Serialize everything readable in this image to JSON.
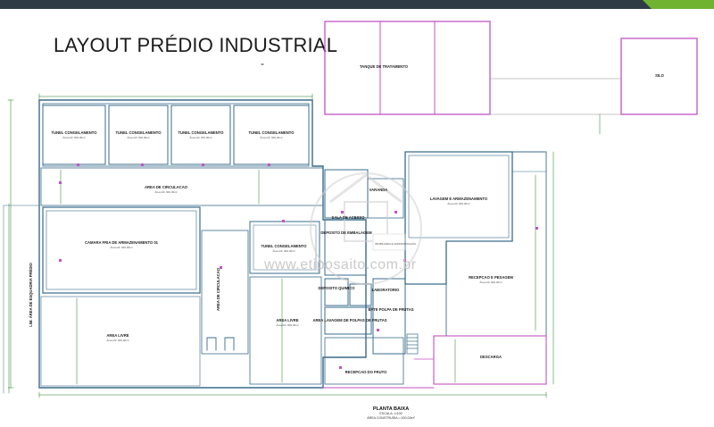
{
  "header": {
    "title": "LAYOUT PRÉDIO INDUSTRIAL",
    "dash": "-"
  },
  "colors": {
    "wall": "#3a6c8c",
    "partition": "#c253c2",
    "dimension": "#1b7a1b",
    "topbar": "#2f3b44",
    "topbar_accent": "#6fb330"
  },
  "rooms": {
    "tunel1": "TUNEL CONGELAMENTO",
    "tunel2": "TUNEL CONGELAMENTO",
    "tunel3": "TUNEL CONGELAMENTO",
    "tunel4": "TUNEL CONGELAMENTO",
    "tunel5": "TUNEL CONGELAMENTO",
    "area_circulacao": "AREA DE CIRCULACAO",
    "camara_fria": "CAMARA FRIA DE ARMAZENAMENTO 01",
    "area_livre_left": "AREA LIVRE",
    "area_circulacao_vertical": "AREA DE CIRCULACAO",
    "area_livre_mid": "AREA LIVRE",
    "tanque": "TANQUE DE TRATAMENTO",
    "silo": "SILO",
    "varanda": "VARANDA",
    "sala_acesso": "SALA DE ACESSO",
    "deposito_embalagem": "DEPOSITO DE EMBALAGEM",
    "deposito_quimico": "DEPOSITO QUIMICO",
    "laboratorio": "LABORATORIO",
    "area_lavagem": "AREA LAVAGEM DE POLPAS DE FRUTAS",
    "bate_polpa": "BATE POLPA DE FRUTAS",
    "recepcao_fruto": "RECEPCAO DO FRUTO",
    "lavagem_armazenamento": "LAVAGEM E ARMAZENAMENTO",
    "recepcao_pesagem": "RECEPCAO E PESAGEM",
    "descarga": "DESCARGA",
    "vertical_label": "LIM. ÁREA DE ESQUADRIA PRÉDIO"
  },
  "room_sub": "Área útil: 000,00m²",
  "footer": {
    "caption": "PLANTA BAIXA",
    "scale": "ESCALA: 1/100",
    "area": "ÁREA CONSTRUÍDA = 000,00m²"
  },
  "watermark": "www.etiposaito.com.br",
  "watermark_box": "IMOBILIÁRIA E ADMINISTRAÇÃO"
}
